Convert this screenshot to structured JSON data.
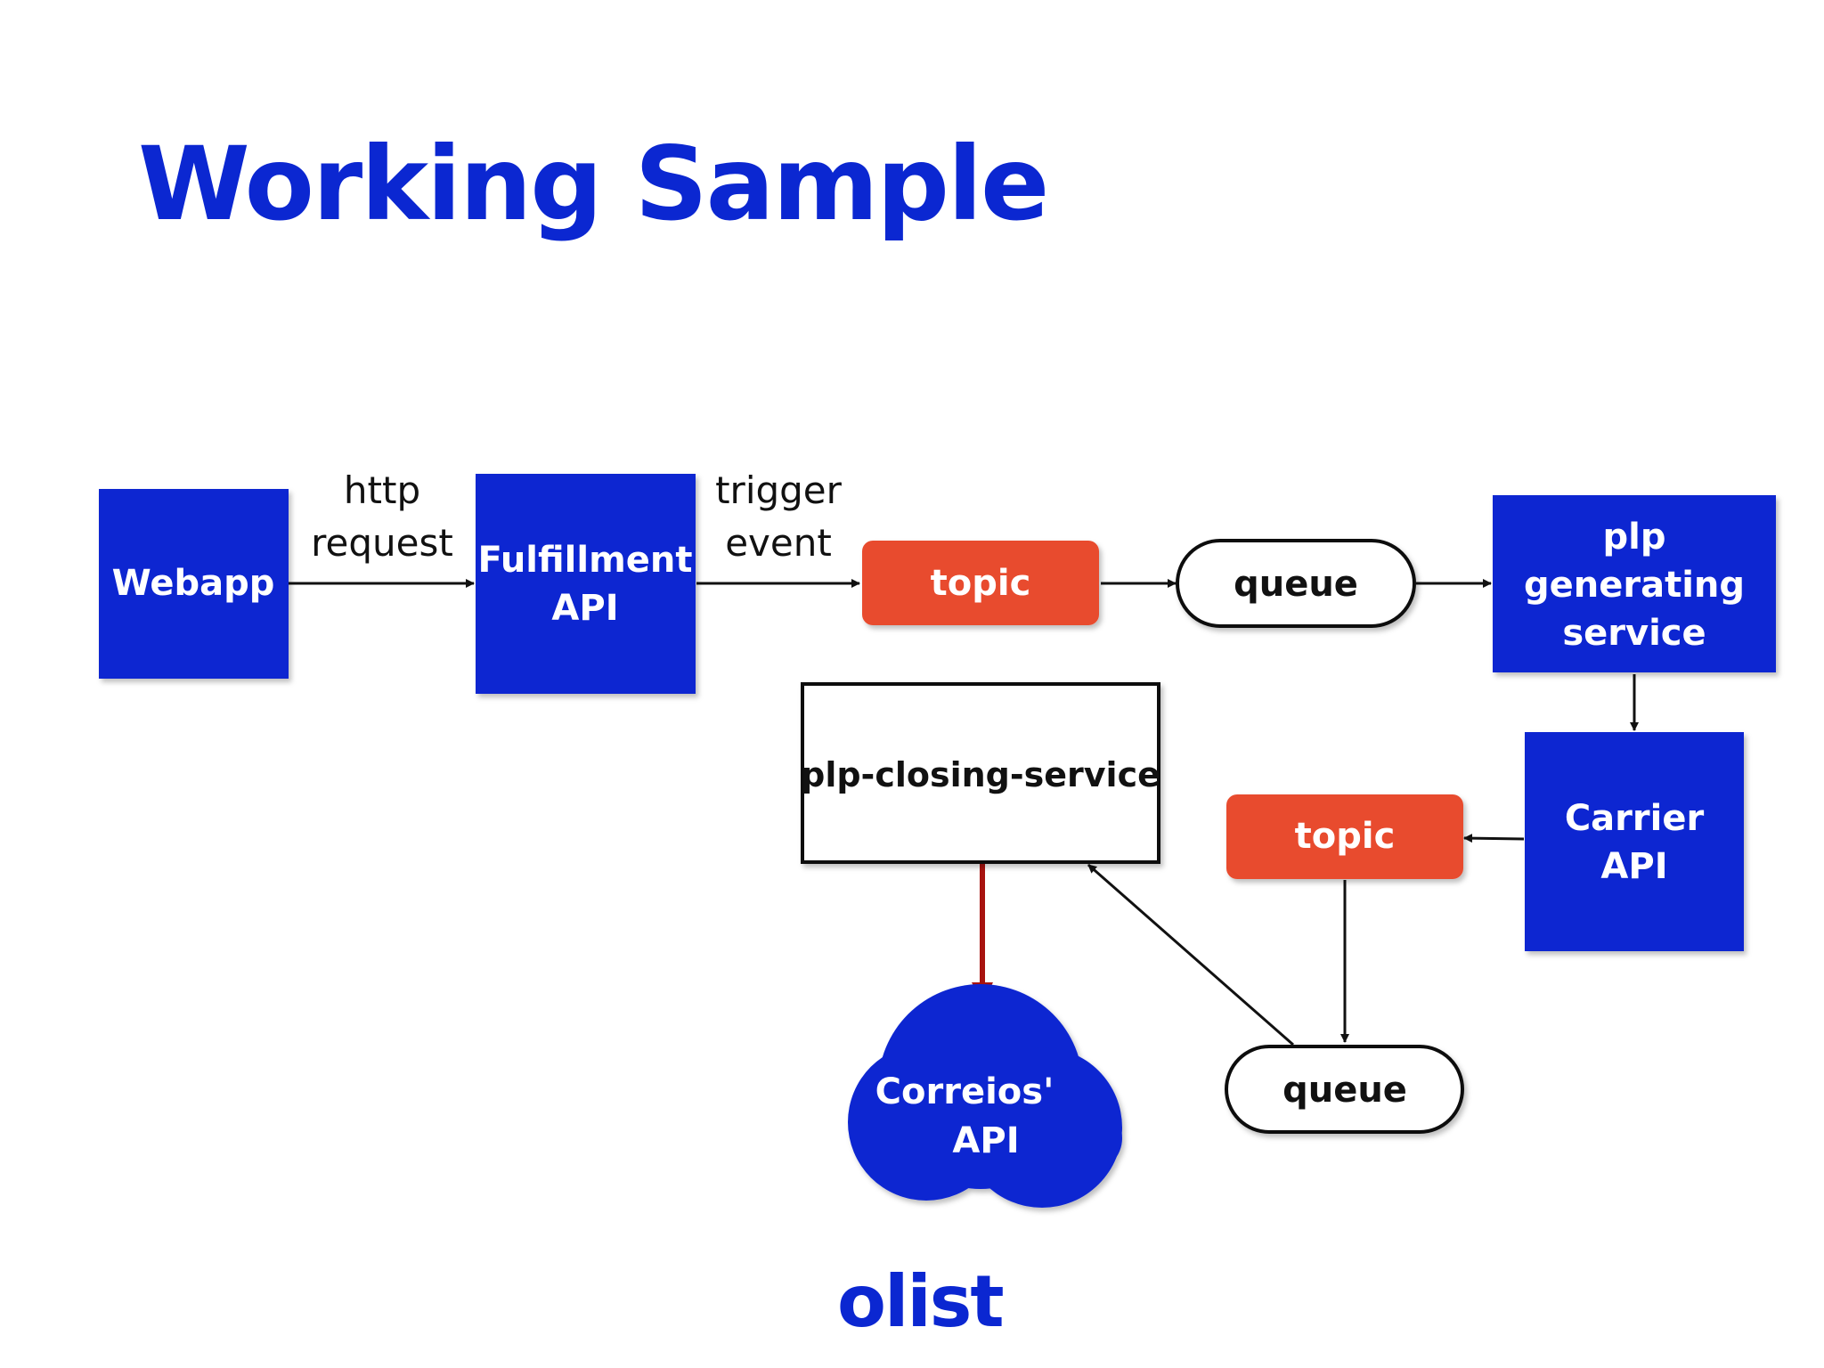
{
  "slide": {
    "title": "Working Sample",
    "logo_text": "olist"
  },
  "colors": {
    "blue": "#0b27d1",
    "orange": "#e84c2e",
    "red_arrow": "#a8130f",
    "black": "#111111"
  },
  "nodes": {
    "webapp": "Webapp",
    "fulfillment_api": [
      "Fulfillment",
      "API"
    ],
    "topic_1": "topic",
    "queue_1": "queue",
    "plp_generating_service": [
      "plp",
      "generating",
      "service"
    ],
    "carrier_api": [
      "Carrier",
      "API"
    ],
    "topic_2": "topic",
    "queue_2": "queue",
    "plp_closing_service": "plp-closing-service",
    "correios_api": [
      "Correios'",
      "API"
    ]
  },
  "edges": {
    "webapp_to_fulfillment": [
      "http",
      "request"
    ],
    "fulfillment_to_topic": [
      "trigger",
      "event"
    ]
  }
}
